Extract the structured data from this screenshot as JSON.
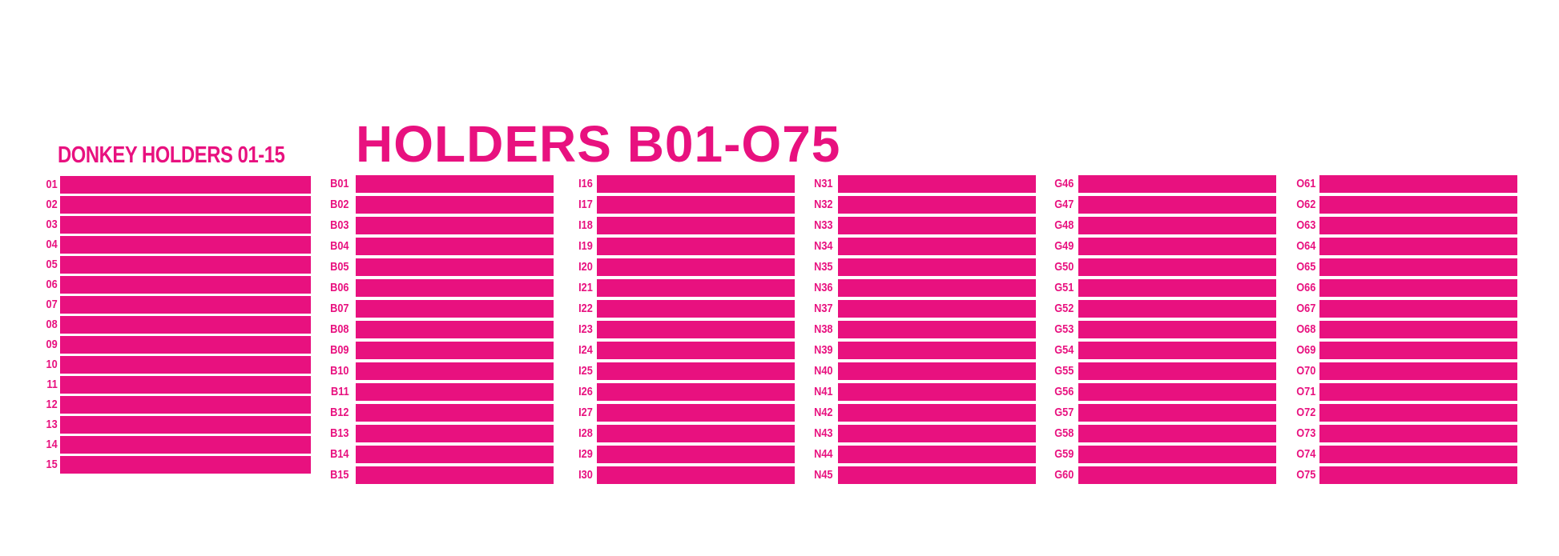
{
  "donkey_title": "DONKEY HOLDERS 01-15",
  "main_title": "HOLDERS B01-O75",
  "accent_color": "#e8117f",
  "columns": [
    {
      "labels": [
        "01",
        "02",
        "03",
        "04",
        "05",
        "06",
        "07",
        "08",
        "09",
        "10",
        "11",
        "12",
        "13",
        "14",
        "15"
      ]
    },
    {
      "labels": [
        "B01",
        "B02",
        "B03",
        "B04",
        "B05",
        "B06",
        "B07",
        "B08",
        "B09",
        "B10",
        "B11",
        "B12",
        "B13",
        "B14",
        "B15"
      ]
    },
    {
      "labels": [
        "I16",
        "I17",
        "I18",
        "I19",
        "I20",
        "I21",
        "I22",
        "I23",
        "I24",
        "I25",
        "I26",
        "I27",
        "I28",
        "I29",
        "I30"
      ]
    },
    {
      "labels": [
        "N31",
        "N32",
        "N33",
        "N34",
        "N35",
        "N36",
        "N37",
        "N38",
        "N39",
        "N40",
        "N41",
        "N42",
        "N43",
        "N44",
        "N45"
      ]
    },
    {
      "labels": [
        "G46",
        "G47",
        "G48",
        "G49",
        "G50",
        "G51",
        "G52",
        "G53",
        "G54",
        "G55",
        "G56",
        "G57",
        "G58",
        "G59",
        "G60"
      ]
    },
    {
      "labels": [
        "O61",
        "O62",
        "O63",
        "O64",
        "O65",
        "O66",
        "O67",
        "O68",
        "O69",
        "O70",
        "O71",
        "O72",
        "O73",
        "O74",
        "O75"
      ]
    }
  ]
}
